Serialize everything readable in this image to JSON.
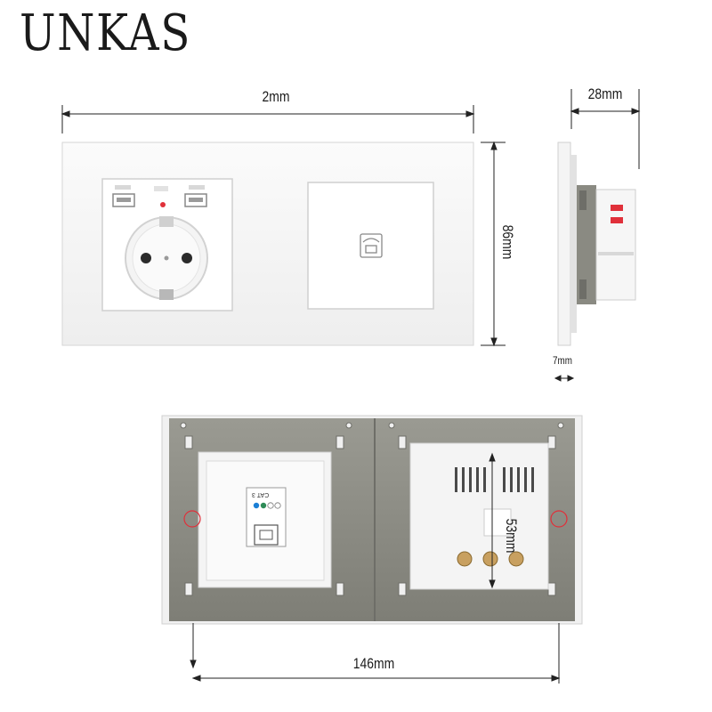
{
  "brand": {
    "name": "UNKAS"
  },
  "dimensions": {
    "width_front": "2mm",
    "depth": "28mm",
    "height": "86mm",
    "glass_thickness": "7mm",
    "mount_size": "53mm",
    "width_back": "146mm"
  },
  "labels": {
    "module_label": "CAT 3"
  },
  "colors": {
    "panel_white": "#f6f6f6",
    "mounting_plate": "#8a8a82",
    "dimension_line": "#222222",
    "indicator_red": "#e0303a"
  },
  "icons": [
    "telephone-icon",
    "schuko-socket-icon",
    "usb-port-icon",
    "rj-jack-icon"
  ]
}
